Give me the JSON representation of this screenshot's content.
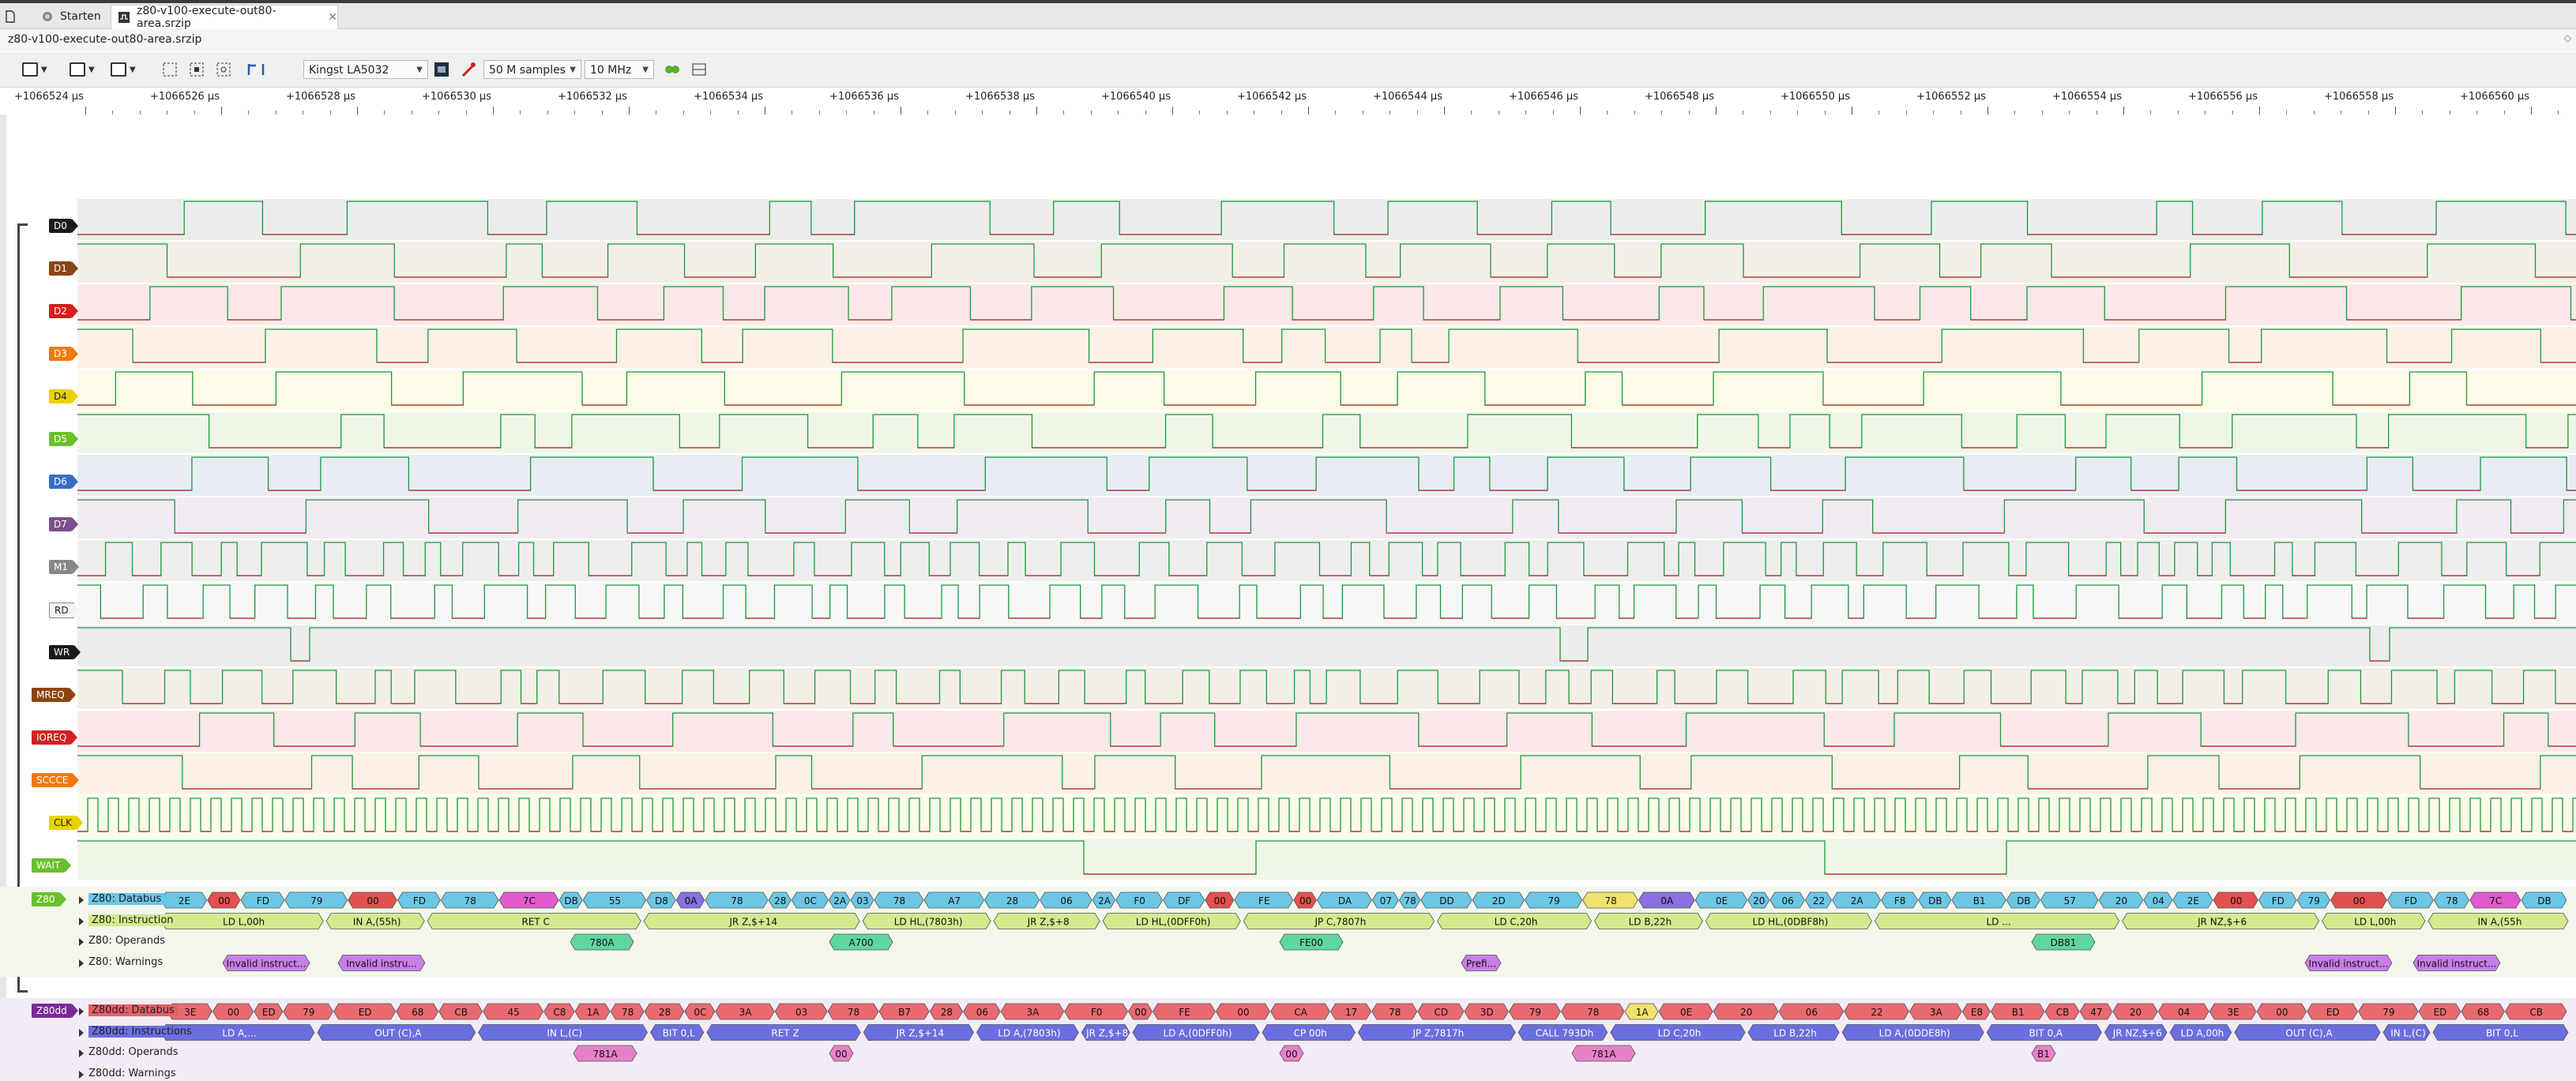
{
  "tabs": {
    "new_label": "",
    "start_label": "Starten",
    "file_label": "z80-v100-execute-out80-area.srzip",
    "close_glyph": "✕"
  },
  "session": {
    "title": "z80-v100-execute-out80-area.srzip",
    "restore_glyph": "◇"
  },
  "toolbar": {
    "device": "Kingst LA5032",
    "samples": "50 M samples",
    "rate": "10 MHz"
  },
  "ruler": {
    "unit": "μs",
    "labels": [
      "+1066524 μs",
      "+1066526 μs",
      "+1066528 μs",
      "+1066530 μs",
      "+1066532 μs",
      "+1066534 μs",
      "+1066536 μs",
      "+1066538 μs",
      "+1066540 μs",
      "+1066542 μs",
      "+1066544 μs",
      "+1066546 μs",
      "+1066548 μs",
      "+1066550 μs",
      "+1066552 μs",
      "+1066554 μs",
      "+1066556 μs",
      "+1066558 μs",
      "+1066560 μs"
    ]
  },
  "channels": [
    {
      "name": "D0",
      "color": "#1a1a1a",
      "bg": "#ececec"
    },
    {
      "name": "D1",
      "color": "#8b4513",
      "bg": "#f3efe8"
    },
    {
      "name": "D2",
      "color": "#d42020",
      "bg": "#fbe8e8"
    },
    {
      "name": "D3",
      "color": "#f07a10",
      "bg": "#fdf1e7"
    },
    {
      "name": "D4",
      "color": "#e8d200",
      "bg": "#fcfbe8"
    },
    {
      "name": "D5",
      "color": "#6ac02a",
      "bg": "#eff6e8"
    },
    {
      "name": "D6",
      "color": "#3a6ec0",
      "bg": "#e8ecf4"
    },
    {
      "name": "D7",
      "color": "#7a4e8a",
      "bg": "#f2ebf4"
    },
    {
      "name": "M1",
      "color": "#888888",
      "bg": "#eeeeee"
    },
    {
      "name": "RD",
      "color": "#f4f4f4",
      "bg": "#f7f7f7"
    },
    {
      "name": "WR",
      "color": "#1a1a1a",
      "bg": "#ececec"
    },
    {
      "name": "MREQ",
      "color": "#8b4513",
      "bg": "#f3efe8"
    },
    {
      "name": "IOREQ",
      "color": "#d42020",
      "bg": "#fbe8e8"
    },
    {
      "name": "SCCCE",
      "color": "#f07a10",
      "bg": "#fdf1e7"
    },
    {
      "name": "CLK",
      "color": "#e8d200",
      "bg": "#fcfbe8"
    },
    {
      "name": "WAIT",
      "color": "#6ac02a",
      "bg": "#eff6e8"
    }
  ],
  "decoders": [
    {
      "badge": "Z80",
      "badge_color": "#6ac02a",
      "rows": [
        {
          "label": "Z80: Databus",
          "kind": "data",
          "labelbox": true
        },
        {
          "label": "Z80: Instruction",
          "kind": "instr",
          "labelbox": true
        },
        {
          "label": "Z80: Operands",
          "kind": "oper",
          "labelbox": false
        },
        {
          "label": "Z80: Warnings",
          "kind": "warn",
          "labelbox": false
        }
      ],
      "databus": [
        "2E",
        "00",
        "FD",
        "79",
        "00",
        "FD",
        "78",
        "7C",
        "DB",
        "55",
        "D8",
        "0A",
        "78",
        "28",
        "0C",
        "2A",
        "03",
        "78",
        "A7",
        "28",
        "06",
        "2A",
        "F0",
        "DF",
        "00",
        "FE",
        "00",
        "DA",
        "07",
        "78",
        "DD",
        "2D",
        "79",
        "78",
        "0A",
        "0E",
        "20",
        "06",
        "22",
        "2A",
        "F8",
        "DB",
        "B1",
        "DB",
        "57",
        "20",
        "04",
        "2E",
        "00",
        "FD",
        "79",
        "00",
        "FD",
        "78",
        "7C",
        "DB"
      ],
      "instructions": [
        "LD L,00h",
        "IN A,(55h)",
        "RET C",
        "JR Z,$+14",
        "LD HL,(7803h)",
        "JR Z,$+8",
        "LD HL,(0DFF0h)",
        "JP C,7807h",
        "LD C,20h",
        "LD B,22h",
        "LD HL,(0DBF8h)",
        "LD ...",
        "JR NZ,$+6",
        "LD L,00h",
        "IN A,(55h"
      ],
      "operands": [
        "780A",
        "A700",
        "FE00",
        "DB81"
      ],
      "warnings": [
        "Invalid instruct...",
        "Invalid instru...",
        "Prefi...",
        "Invalid instruct...",
        "Invalid instruct..."
      ]
    },
    {
      "badge": "Z80dd",
      "badge_color": "#7a2a9a",
      "rows": [
        {
          "label": "Z80dd: Databus",
          "kind": "data",
          "labelbox": true
        },
        {
          "label": "Z80dd: Instructions",
          "kind": "instr",
          "labelbox": true
        },
        {
          "label": "Z80dd: Operands",
          "kind": "oper",
          "labelbox": false
        },
        {
          "label": "Z80dd: Warnings",
          "kind": "warn",
          "labelbox": false
        }
      ],
      "databus": [
        "3E",
        "00",
        "ED",
        "79",
        "ED",
        "68",
        "CB",
        "45",
        "C8",
        "1A",
        "78",
        "28",
        "0C",
        "3A",
        "03",
        "78",
        "B7",
        "28",
        "06",
        "3A",
        "F0",
        "00",
        "FE",
        "00",
        "CA",
        "17",
        "78",
        "CD",
        "3D",
        "79",
        "78",
        "1A",
        "0E",
        "20",
        "06",
        "22",
        "3A",
        "E8",
        "B1",
        "CB",
        "47",
        "20",
        "04",
        "3E",
        "00",
        "ED",
        "79",
        "ED",
        "68",
        "CB"
      ],
      "instructions": [
        "LD A,...",
        "OUT (C),A",
        "IN L,(C)",
        "BIT 0,L",
        "RET Z",
        "JR Z,$+14",
        "LD A,(7803h)",
        "JR Z,$+8",
        "LD A,(0DFF0h)",
        "CP 00h",
        "JP Z,7817h",
        "CALL 793Dh",
        "LD C,20h",
        "LD B,22h",
        "LD A,(0DDE8h)",
        "BIT 0,A",
        "JR NZ,$+6",
        "LD A,00h",
        "OUT (C),A",
        "IN L,(C)",
        "BIT 0,L"
      ],
      "operands": [
        "781A",
        "00",
        "00",
        "781A",
        "B1"
      ],
      "warnings": []
    }
  ],
  "colors": {
    "accent_green": "#6ac02a",
    "data_blue": "#6cc6e6",
    "instr_green": "#d4ea8e",
    "oper_green": "#5fd6a0",
    "warn_violet": "#c77ee6",
    "dd_data_red": "#e86a70",
    "dd_instr_blue": "#6a6ee0",
    "dd_oper_pink": "#e880c8",
    "hi_yellow": "#f0e26a",
    "hi_orange": "#f49860",
    "hi_purple": "#8a70e0"
  }
}
